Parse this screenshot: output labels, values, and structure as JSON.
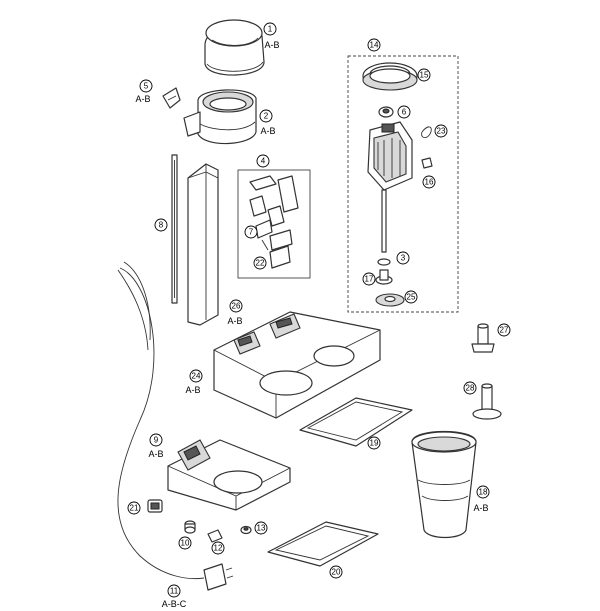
{
  "parts": [
    {
      "id": "p1",
      "number": "1",
      "variant": "A-B"
    },
    {
      "id": "p2",
      "number": "2",
      "variant": "A-B"
    },
    {
      "id": "p3",
      "number": "3",
      "variant": ""
    },
    {
      "id": "p4",
      "number": "4",
      "variant": ""
    },
    {
      "id": "p5",
      "number": "5",
      "variant": "A-B"
    },
    {
      "id": "p6",
      "number": "6",
      "variant": ""
    },
    {
      "id": "p7",
      "number": "7",
      "variant": ""
    },
    {
      "id": "p8",
      "number": "8",
      "variant": ""
    },
    {
      "id": "p9",
      "number": "9",
      "variant": "A-B"
    },
    {
      "id": "p10",
      "number": "10",
      "variant": ""
    },
    {
      "id": "p11",
      "number": "11",
      "variant": "A-B-C"
    },
    {
      "id": "p12",
      "number": "12",
      "variant": ""
    },
    {
      "id": "p13",
      "number": "13",
      "variant": ""
    },
    {
      "id": "p14",
      "number": "14",
      "variant": ""
    },
    {
      "id": "p15",
      "number": "15",
      "variant": ""
    },
    {
      "id": "p16",
      "number": "16",
      "variant": ""
    },
    {
      "id": "p17",
      "number": "17",
      "variant": ""
    },
    {
      "id": "p18",
      "number": "18",
      "variant": "A-B"
    },
    {
      "id": "p19",
      "number": "19",
      "variant": ""
    },
    {
      "id": "p20",
      "number": "20",
      "variant": ""
    },
    {
      "id": "p21",
      "number": "21",
      "variant": ""
    },
    {
      "id": "p22",
      "number": "22",
      "variant": ""
    },
    {
      "id": "p23",
      "number": "23",
      "variant": ""
    },
    {
      "id": "p24",
      "number": "24",
      "variant": "A-B"
    },
    {
      "id": "p25",
      "number": "25",
      "variant": ""
    },
    {
      "id": "p26",
      "number": "26",
      "variant": "A-B"
    },
    {
      "id": "p27",
      "number": "27",
      "variant": ""
    },
    {
      "id": "p28",
      "number": "28",
      "variant": ""
    }
  ]
}
